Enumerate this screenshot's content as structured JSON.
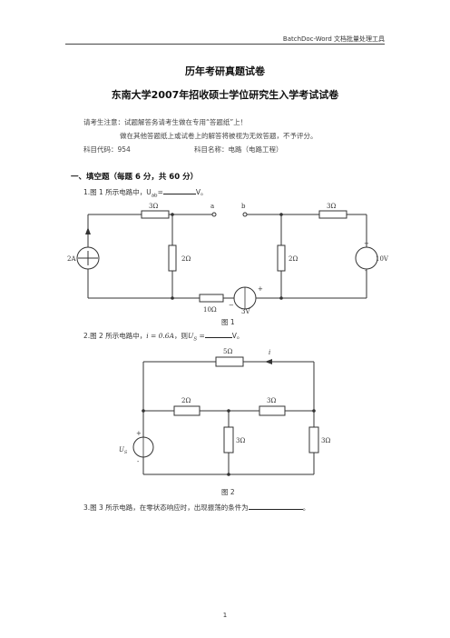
{
  "header": {
    "text": "BatchDoc-Word 文档批量处理工具"
  },
  "title": "历年考研真题试卷",
  "subtitle": "东南大学2007年招收硕士学位研究生入学考试试卷",
  "notice": {
    "line1": "请考生注意：试题解答务请考生做在专用“答题纸”上！",
    "line2": "做在其他答题纸上或试卷上的解答将被视为无效答题，不予评分。",
    "code": "科目代码：954",
    "subject": "科目名称：电路（电路工程）"
  },
  "section1": "一、填空题（每题 6 分，共 60 分）",
  "q1": {
    "prefix": "1.图 1 所示电路中，U",
    "sub": "ab",
    "mid": "=",
    "suffix": "V。"
  },
  "fig1": {
    "caption": "图 1",
    "r_top_left": "3Ω",
    "node_a": "a",
    "node_b": "b",
    "r_top_right": "3Ω",
    "isrc": "2A",
    "r_mid_left": "2Ω",
    "r_mid_right": "2Ω",
    "vsrc_right": "10V",
    "r_bottom": "10Ω",
    "vsrc_bottom": "3V",
    "plus": "+",
    "minus": "−",
    "minus_small": "-"
  },
  "q2": {
    "prefix": "2.图 2 所示电路中，",
    "i_eq": "i = 0.6A",
    "mid": "，则",
    "us_eq": "U",
    "us_sub": "S",
    "us_tail": " =",
    "suffix": "V。"
  },
  "fig2": {
    "caption": "图 2",
    "r_top": "5Ω",
    "i": "i",
    "r_left": "2Ω",
    "r_right": "3Ω",
    "r_v1": "3Ω",
    "r_v2": "3Ω",
    "us": "U",
    "us_sub": "S",
    "plus": "+",
    "minus": "-"
  },
  "q3": {
    "prefix": "3.图 3 所示电路，在零状态响应时，出现振荡的条件为",
    "suffix": "。"
  },
  "page_number": "1"
}
